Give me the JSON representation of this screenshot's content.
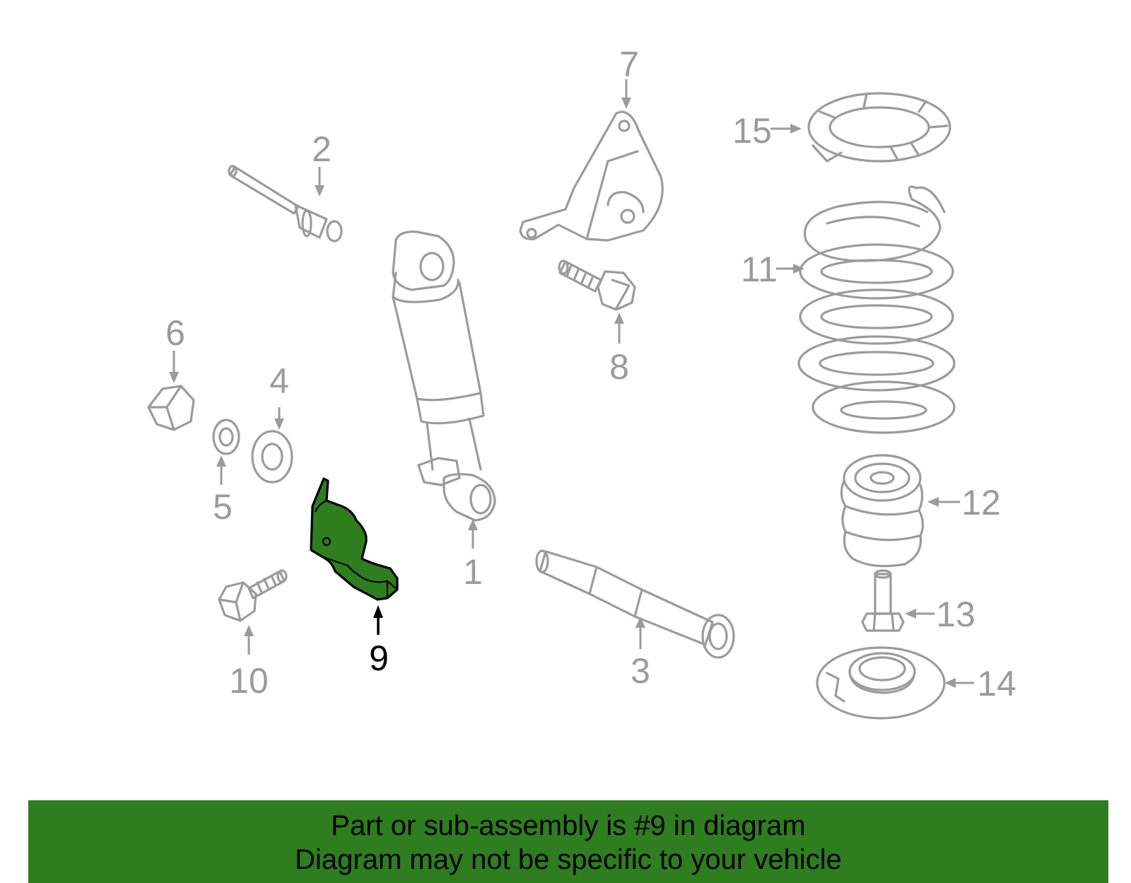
{
  "highlight_color": "#2e7d1e",
  "part_color": "#9b9b9b",
  "callouts": {
    "c1": "1",
    "c2": "2",
    "c3": "3",
    "c4": "4",
    "c5": "5",
    "c6": "6",
    "c7": "7",
    "c8": "8",
    "c9": "9",
    "c10": "10",
    "c11": "11",
    "c12": "12",
    "c13": "13",
    "c14": "14",
    "c15": "15"
  },
  "highlighted_part": "9",
  "banner": {
    "line1": "Part or sub-assembly is #9 in diagram",
    "line2": "Diagram may not be specific to your vehicle"
  }
}
